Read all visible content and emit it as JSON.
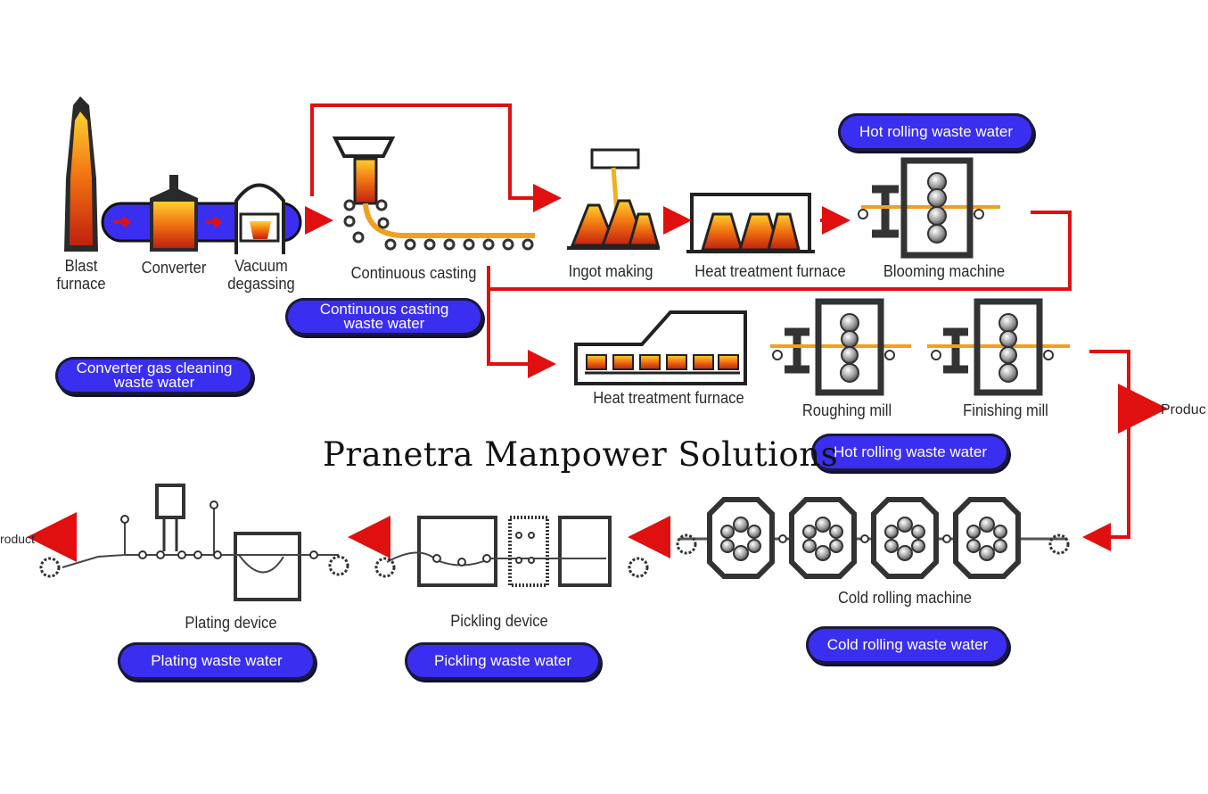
{
  "watermark": "Pranetra Manpower Solutions",
  "stages": {
    "blast_furnace": [
      "Blast",
      "furnace"
    ],
    "converter": "Converter",
    "vacuum_degassing": [
      "Vacuum",
      "degassing"
    ],
    "continuous_casting": "Continuous casting",
    "ingot_making": "Ingot making",
    "heat_treatment_furnace_1": "Heat treatment furnace",
    "blooming_machine": "Blooming machine",
    "heat_treatment_furnace_2": "Heat treatment furnace",
    "roughing_mill": "Roughing mill",
    "finishing_mill": "Finishing mill",
    "cold_rolling_machine": "Cold rolling machine",
    "pickling_device": "Pickling device",
    "plating_device": "Plating device"
  },
  "waste_water": {
    "hot_rolling_top": "Hot rolling waste water",
    "continuous_casting": [
      "Continuous casting",
      "waste water"
    ],
    "converter_gas": [
      "Converter gas cleaning",
      "waste water"
    ],
    "hot_rolling_mid": "Hot rolling waste water",
    "cold_rolling": "Cold rolling waste water",
    "pickling": "Pickling waste water",
    "plating": "Plating waste water"
  },
  "outputs": {
    "product_right": "Produc",
    "product_left": "roduct"
  },
  "colors": {
    "flow_line": "#e01010",
    "pill_fill": "#3a2ff0",
    "hot_metal": "#f06010",
    "machine": "#333333"
  }
}
